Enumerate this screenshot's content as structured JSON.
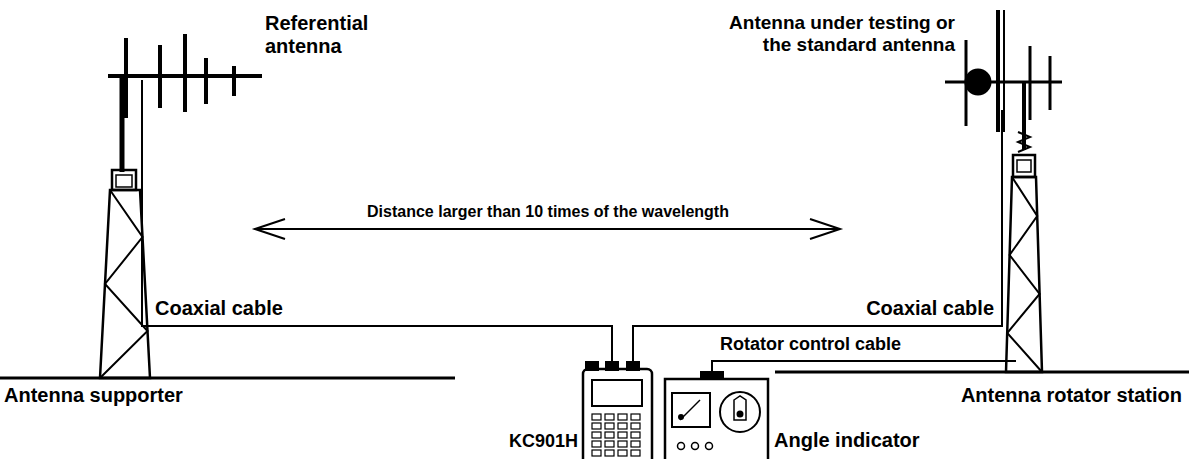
{
  "diagram": {
    "labels": [
      "Referential antenna",
      "Antenna under testing or the standard antenna",
      "Distance larger than 10 times of the wavelength",
      "Coaxial cable",
      "Coaxial cable",
      "Rotator control cable",
      "Antenna supporter",
      "KC901H",
      "Angle indicator",
      "Antenna rotator station"
    ]
  }
}
